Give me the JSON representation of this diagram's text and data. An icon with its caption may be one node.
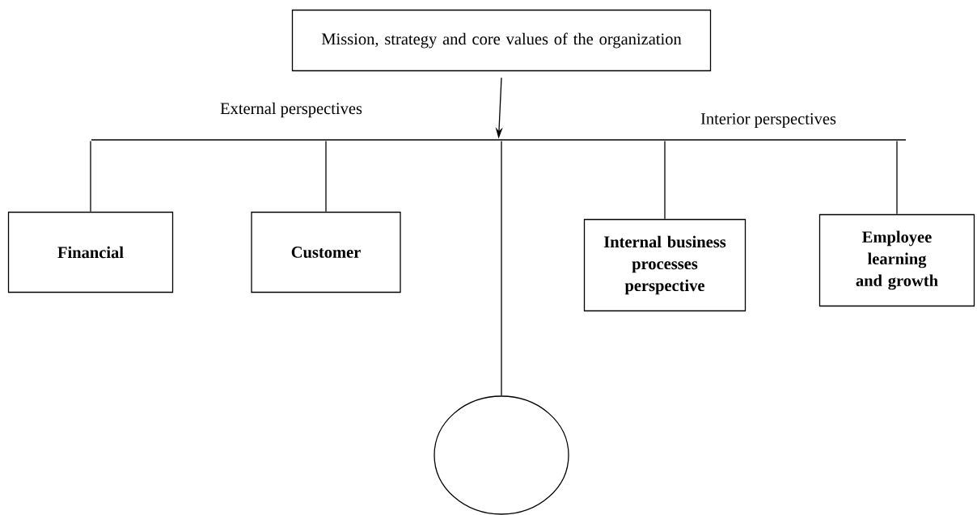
{
  "diagram": {
    "nodes": [
      {
        "text": [
          "Mission, strategy and core values of the organization"
        ]
      },
      {
        "text": [],
        "shape": "bar"
      },
      {
        "text": [
          "Financial"
        ]
      },
      {
        "text": [
          "Customer"
        ]
      },
      {
        "text": [
          "Internal business processes perspective"
        ]
      },
      {
        "text": [
          "Employee learning and growth"
        ]
      },
      {
        "text": [],
        "shape": "circle"
      }
    ],
    "edges": [
      {
        "from": 0,
        "to": 1,
        "arrow": "to"
      },
      {
        "from": 1,
        "to": 2,
        "arrow": "none"
      },
      {
        "from": 1,
        "to": 3,
        "arrow": "none"
      },
      {
        "from": 1,
        "to": 4,
        "arrow": "none"
      },
      {
        "from": 1,
        "to": 5,
        "arrow": "none"
      },
      {
        "from": 1,
        "to": 6,
        "arrow": "none"
      }
    ],
    "labels": [
      "External perspectives",
      "Interior perspectives"
    ]
  }
}
